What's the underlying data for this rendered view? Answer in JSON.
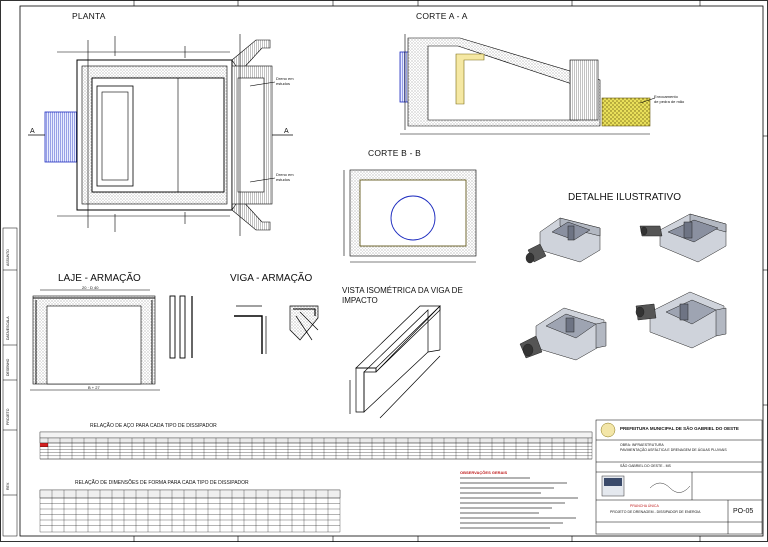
{
  "drawing": {
    "titles": {
      "planta": "PLANTA",
      "corte_aa": "CORTE A - A",
      "corte_bb": "CORTE B - B",
      "detalhe": "DETALHE ILUSTRATIVO",
      "laje": "LAJE - ARMAÇÃO",
      "viga": "VIGA - ARMAÇÃO",
      "vista": "VISTA ISOMÉTRICA DA VIGA DE IMPACTO",
      "table_aco": "RELAÇÃO DE AÇO PARA CADA TIPO DE DISSIPADOR",
      "table_forma": "RELAÇÃO DE DIMENSÕES DE FORMA PARA CADA TIPO DE DISSIPADOR"
    },
    "section_marks": {
      "a_left": "A",
      "a_right": "A"
    },
    "callouts": {
      "dreno_top": "Dreno em",
      "dreno_top_2": "estudos",
      "dreno_bottom": "Dreno em",
      "dreno_bottom_2": "estudos",
      "enrocamento": "Enrocamento",
      "enrocamento_2": "de pedra de mão"
    },
    "dims": {
      "laje_top": "20 · D 40",
      "laje_bottom": "B + 27"
    },
    "title_block": {
      "prefeitura": "PREFEITURA MUNICIPAL DE SÃO GABRIEL DO OESTE",
      "sheet_code": "PO-05",
      "line1": "OBRA: INFRAESTRUTURA",
      "line2": "PAVIMENTAÇÃO ASFÁLTICA E DRENAGEM DE ÁGUAS PLUVIAIS",
      "line3": "SÃO GABRIEL DO OESTE - MS",
      "project": "PROJETO DE DRENAGEM - DISSIPADOR DE ENERGIA",
      "subtitle": "PRANCHA ÚNICA",
      "notes_title": "OBSERVAÇÕES GERAIS"
    },
    "left_strip": [
      "ASSUNTO",
      "DATA/ESCALA",
      "DESENHO",
      "PROJETO",
      "REV."
    ]
  }
}
